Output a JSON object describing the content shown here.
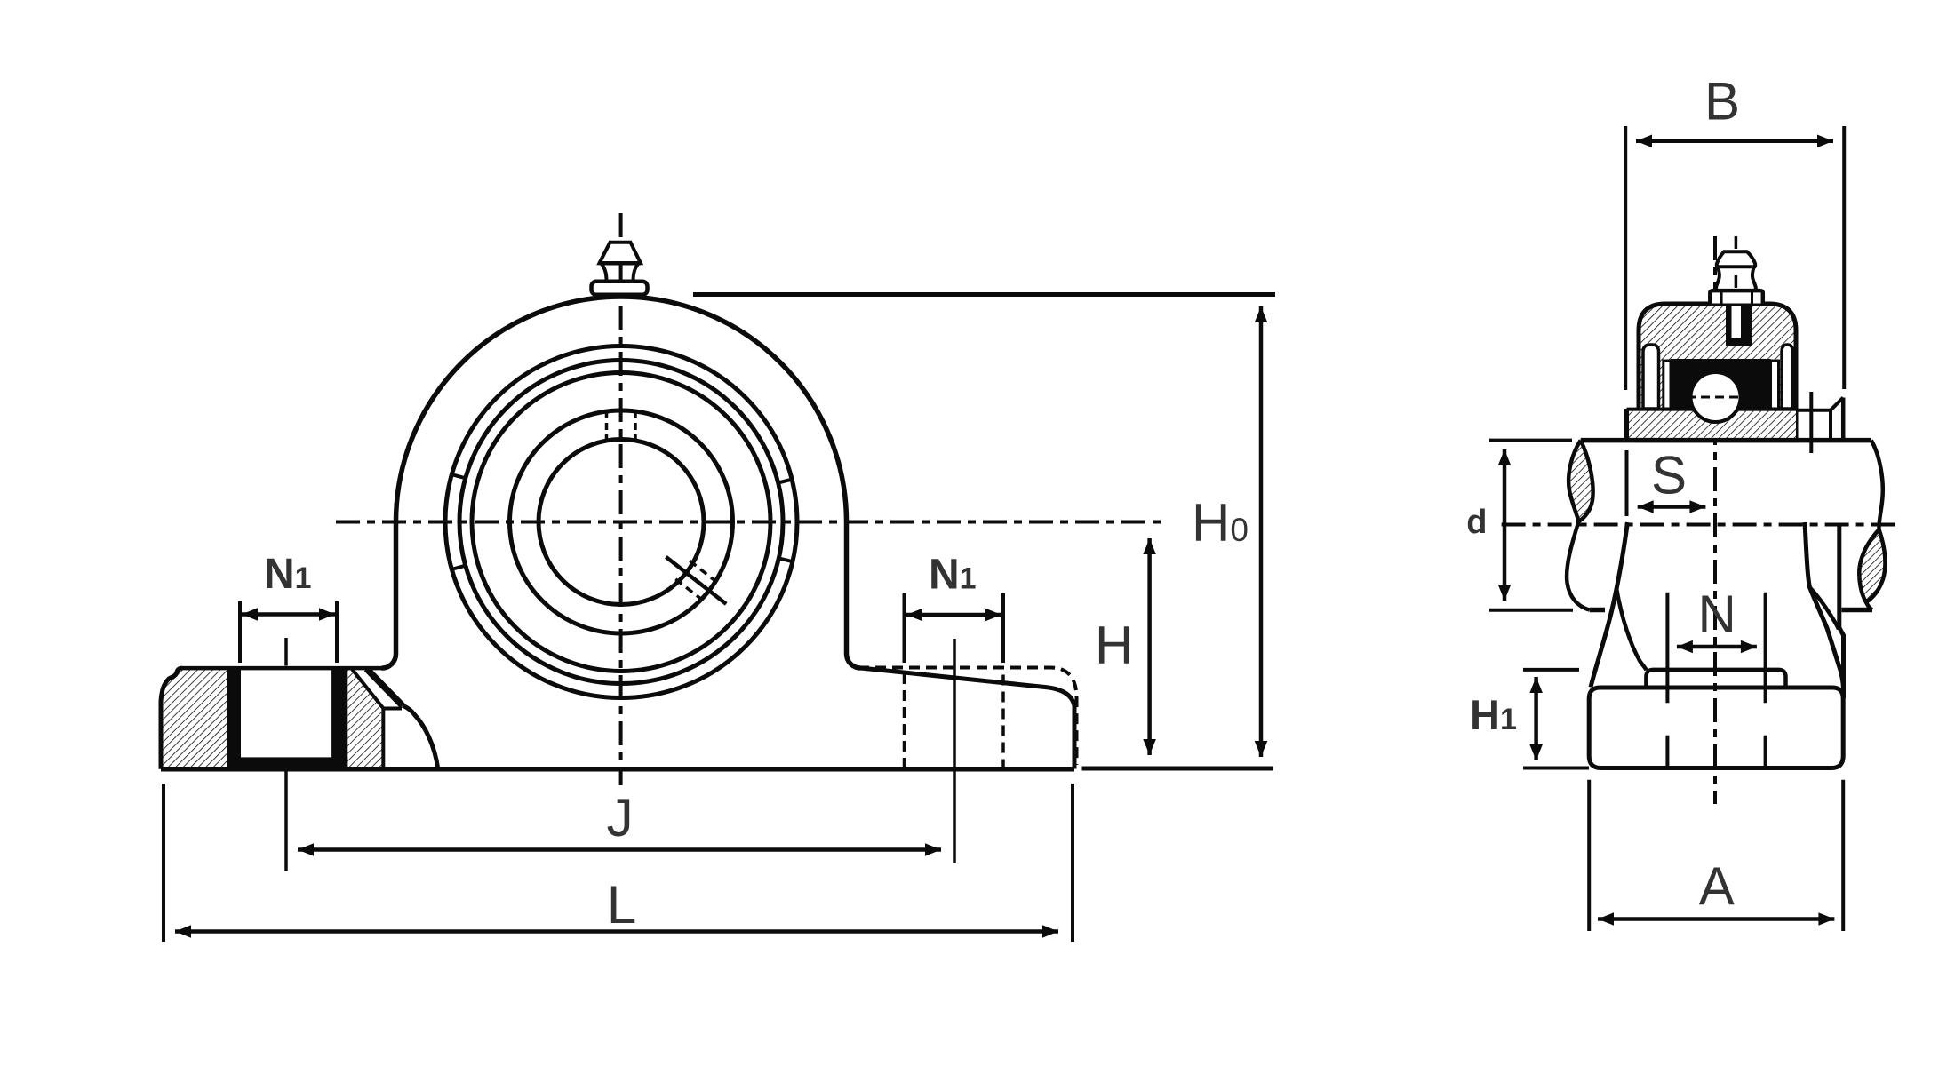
{
  "drawing": {
    "type": "technical-dimension-drawing",
    "subject": "pillow block bearing unit (two orthographic views)",
    "views": [
      "front-view",
      "side-view"
    ],
    "colors": {
      "line": "#0b0b0b",
      "label": "#333333",
      "background": "#ffffff"
    }
  },
  "labels": {
    "front": {
      "n1_left": {
        "main": "N",
        "sub": "1"
      },
      "n1_right": {
        "main": "N",
        "sub": "1"
      },
      "h": "H",
      "h0": {
        "main": "H",
        "sub": "0"
      },
      "j": "J",
      "l": "L"
    },
    "side": {
      "b": "B",
      "s": "S",
      "d": "d",
      "n": "N",
      "h1": {
        "main": "H",
        "sub": "1"
      },
      "a": "A"
    }
  }
}
